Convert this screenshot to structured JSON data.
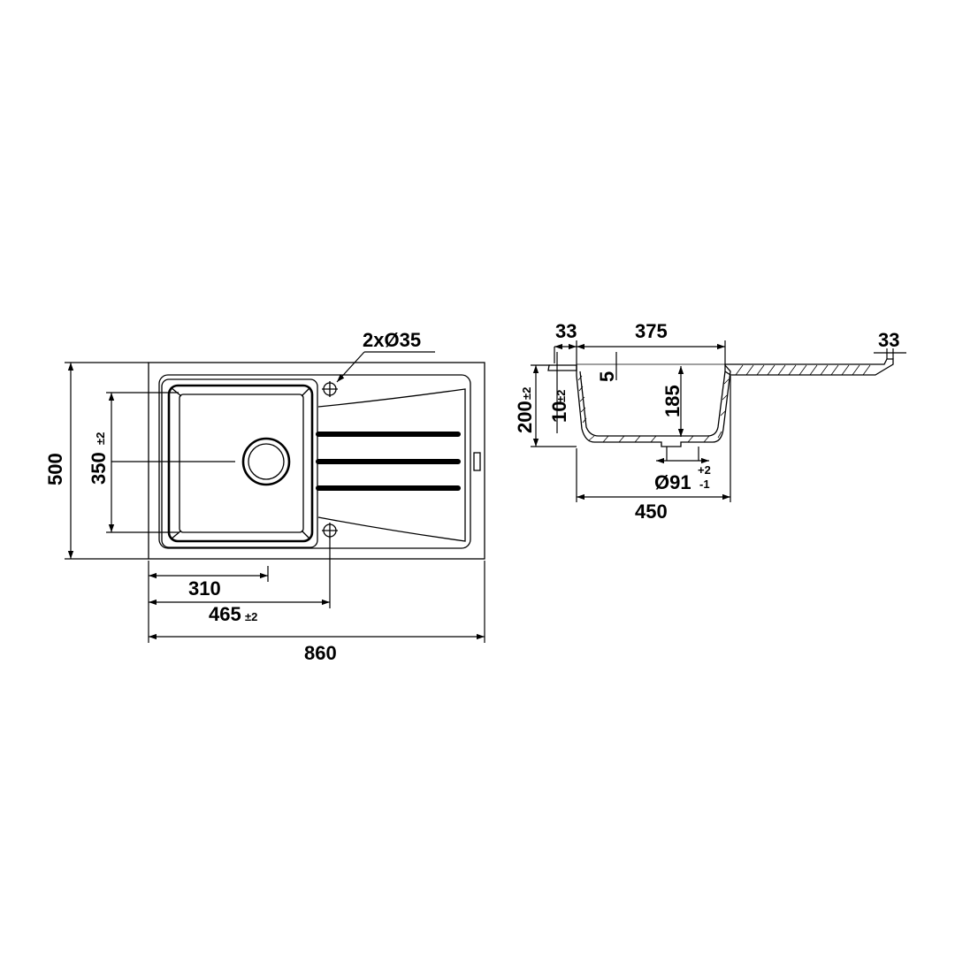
{
  "plan_view": {
    "overall_width": "860",
    "overall_depth": "500",
    "bowl_depth": "350",
    "bowl_depth_tol": "±2",
    "bowl_width": "310",
    "tap_offset": "465",
    "tap_offset_tol": "±2",
    "tap_holes": "2xØ35"
  },
  "section_view": {
    "rim_left": "33",
    "bowl_top_width": "375",
    "rim_right": "33",
    "rim_step": "5",
    "bowl_inner_depth": "185",
    "overall_height": "200",
    "overall_height_tol": "±2",
    "rim_height": "10",
    "rim_height_tol": "±2",
    "drain": "Ø91",
    "drain_tol_plus": "+2",
    "drain_tol_minus": "-1",
    "bowl_width": "450"
  }
}
